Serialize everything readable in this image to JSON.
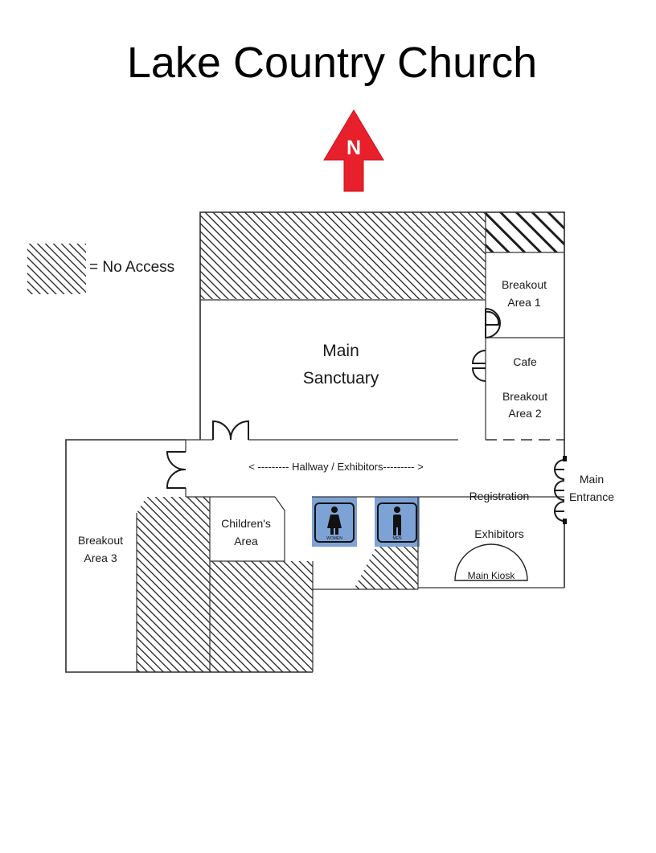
{
  "title": "Lake Country Church",
  "compass": {
    "letter": "N",
    "color": "#e8202b"
  },
  "legend": {
    "text": "= No Access"
  },
  "rooms": {
    "main_sanctuary": [
      "Main",
      "Sanctuary"
    ],
    "breakout_area_1": [
      "Breakout",
      "Area 1"
    ],
    "cafe": "Cafe",
    "breakout_area_2": [
      "Breakout",
      "Area 2"
    ],
    "breakout_area_3": [
      "Breakout",
      "Area 3"
    ],
    "childrens_area": [
      "Children's",
      "Area"
    ],
    "hallway": "< --------- Hallway / Exhibitors--------- >",
    "registration": "Registration",
    "exhibitors": "Exhibitors",
    "main_kiosk": "Main Kiosk",
    "main_entrance": [
      "Main",
      "Entrance"
    ]
  },
  "restrooms": {
    "color": "#7da3d6",
    "women": "WOMEN",
    "men": "MEN"
  }
}
